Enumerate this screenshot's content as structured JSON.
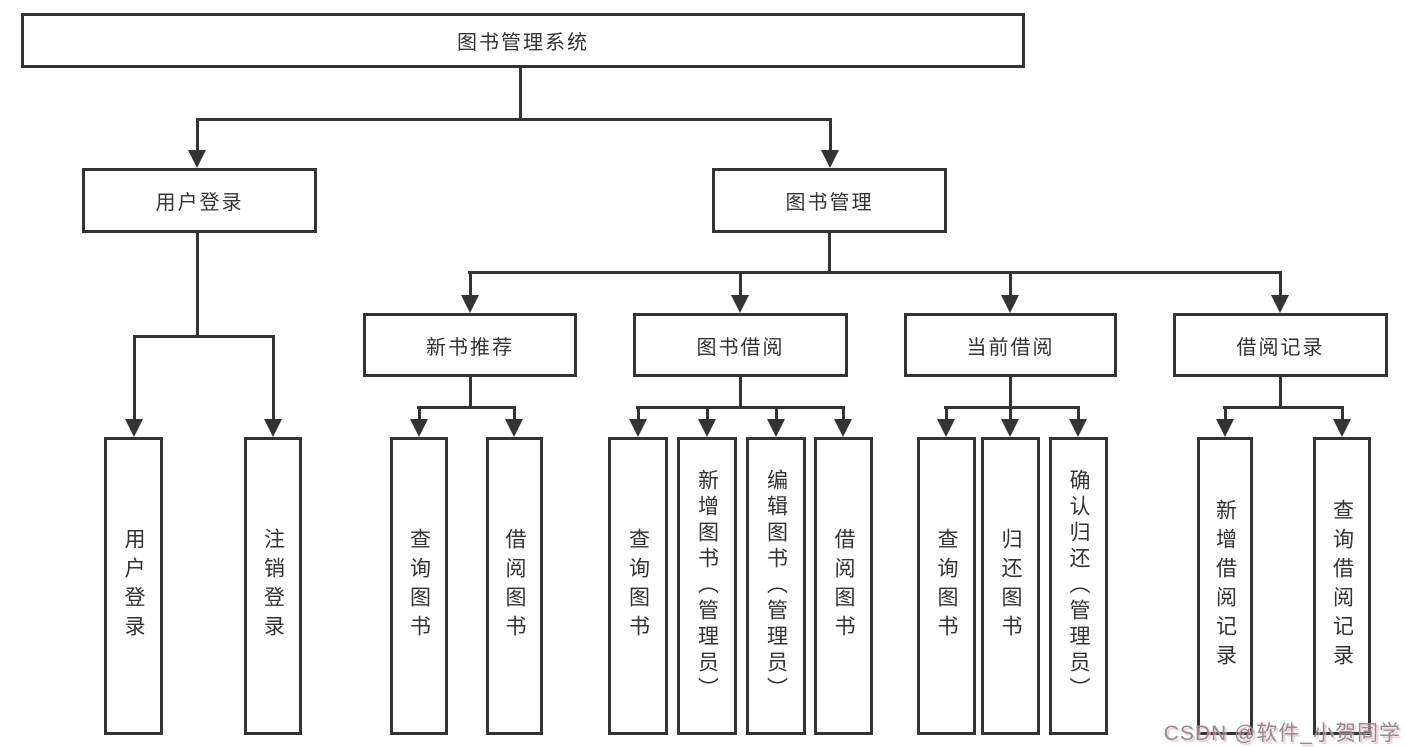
{
  "diagram": {
    "line_color": "#333333",
    "box_background": "#ffffff",
    "nodes": {
      "root": "图书管理系统",
      "userLogin": "用户登录",
      "bookMgmt": "图书管理",
      "newBookRec": "新书推荐",
      "bookBorrow": "图书借阅",
      "currentBorrow": "当前借阅",
      "borrowRecord": "借阅记录",
      "ulLogin": "用户登录",
      "ulLogout": "注销登录",
      "nbQuery": "查询图书",
      "nbBorrow": "借阅图书",
      "bbQuery": "查询图书",
      "bbAdd": "新增图书（管理员）",
      "bbEdit": "编辑图书（管理员）",
      "bbBorrow": "借阅图书",
      "cbQuery": "查询图书",
      "cbReturn": "归还图书",
      "cbConfirm": "确认归还（管理员）",
      "brAdd": "新增借阅记录",
      "brQuery": "查询借阅记录"
    }
  },
  "watermark": {
    "text": "CSDN @软件_小贺同学"
  }
}
